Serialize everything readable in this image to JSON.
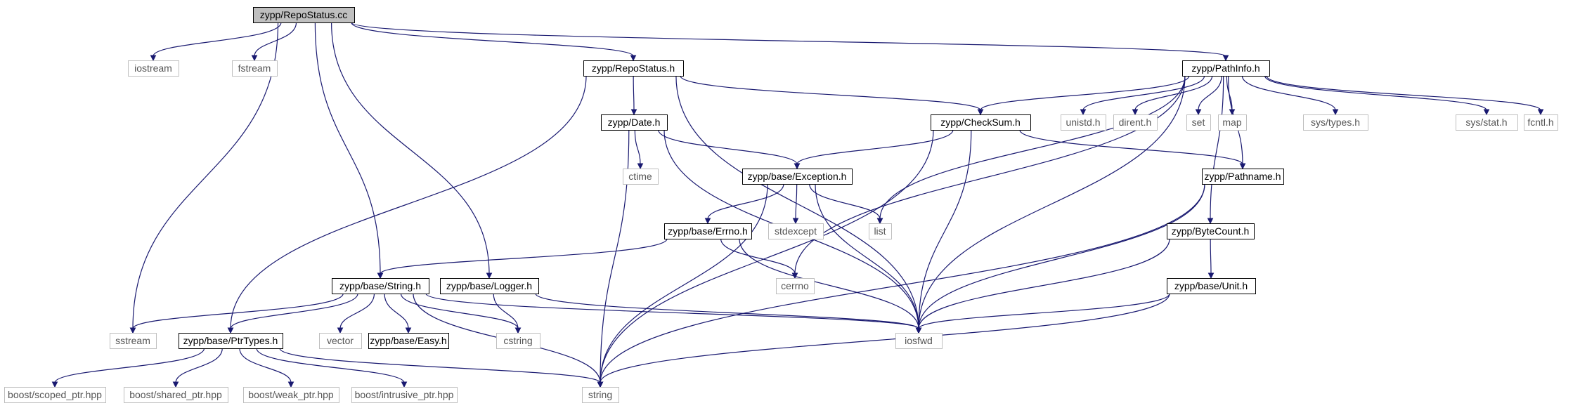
{
  "title": "zypp/RepoStatus.cc",
  "colors": {
    "edge": "#191970",
    "root_fill": "#bfbfbf",
    "root_border": "#000000",
    "project_fill": "#ffffff",
    "project_border": "#000000",
    "external_fill": "#ffffff",
    "external_border": "#bfbfbf"
  },
  "nodes": [
    {
      "id": "root",
      "label": "zypp/RepoStatus.cc",
      "kind": "root"
    },
    {
      "id": "iostream",
      "label": "iostream",
      "kind": "external"
    },
    {
      "id": "fstream",
      "label": "fstream",
      "kind": "external"
    },
    {
      "id": "repostatus_h",
      "label": "zypp/RepoStatus.h",
      "kind": "project"
    },
    {
      "id": "pathinfo_h",
      "label": "zypp/PathInfo.h",
      "kind": "project"
    },
    {
      "id": "date_h",
      "label": "zypp/Date.h",
      "kind": "project"
    },
    {
      "id": "checksum_h",
      "label": "zypp/CheckSum.h",
      "kind": "project"
    },
    {
      "id": "unistd_h",
      "label": "unistd.h",
      "kind": "external"
    },
    {
      "id": "dirent_h",
      "label": "dirent.h",
      "kind": "external"
    },
    {
      "id": "set",
      "label": "set",
      "kind": "external"
    },
    {
      "id": "map",
      "label": "map",
      "kind": "external"
    },
    {
      "id": "sys_types_h",
      "label": "sys/types.h",
      "kind": "external"
    },
    {
      "id": "sys_stat_h",
      "label": "sys/stat.h",
      "kind": "external"
    },
    {
      "id": "fcntl_h",
      "label": "fcntl.h",
      "kind": "external"
    },
    {
      "id": "ctime",
      "label": "ctime",
      "kind": "external"
    },
    {
      "id": "exception_h",
      "label": "zypp/base/Exception.h",
      "kind": "project"
    },
    {
      "id": "pathname_h",
      "label": "zypp/Pathname.h",
      "kind": "project"
    },
    {
      "id": "errno_h",
      "label": "zypp/base/Errno.h",
      "kind": "project"
    },
    {
      "id": "stdexcept",
      "label": "stdexcept",
      "kind": "external"
    },
    {
      "id": "list",
      "label": "list",
      "kind": "external"
    },
    {
      "id": "bytecount_h",
      "label": "zypp/ByteCount.h",
      "kind": "project"
    },
    {
      "id": "string_h",
      "label": "zypp/base/String.h",
      "kind": "project"
    },
    {
      "id": "logger_h",
      "label": "zypp/base/Logger.h",
      "kind": "project"
    },
    {
      "id": "cerrno",
      "label": "cerrno",
      "kind": "external"
    },
    {
      "id": "unit_h",
      "label": "zypp/base/Unit.h",
      "kind": "project"
    },
    {
      "id": "sstream",
      "label": "sstream",
      "kind": "external"
    },
    {
      "id": "ptrtypes_h",
      "label": "zypp/base/PtrTypes.h",
      "kind": "project"
    },
    {
      "id": "vector",
      "label": "vector",
      "kind": "external"
    },
    {
      "id": "easy_h",
      "label": "zypp/base/Easy.h",
      "kind": "project"
    },
    {
      "id": "cstring",
      "label": "cstring",
      "kind": "external"
    },
    {
      "id": "iosfwd",
      "label": "iosfwd",
      "kind": "external"
    },
    {
      "id": "scoped_ptr",
      "label": "boost/scoped_ptr.hpp",
      "kind": "external"
    },
    {
      "id": "shared_ptr",
      "label": "boost/shared_ptr.hpp",
      "kind": "external"
    },
    {
      "id": "weak_ptr",
      "label": "boost/weak_ptr.hpp",
      "kind": "external"
    },
    {
      "id": "intrusive_ptr",
      "label": "boost/intrusive_ptr.hpp",
      "kind": "external"
    },
    {
      "id": "string",
      "label": "string",
      "kind": "external"
    }
  ],
  "edges": [
    {
      "from": "root",
      "to": "iostream"
    },
    {
      "from": "root",
      "to": "fstream"
    },
    {
      "from": "root",
      "to": "repostatus_h"
    },
    {
      "from": "root",
      "to": "pathinfo_h"
    },
    {
      "from": "root",
      "to": "sstream"
    },
    {
      "from": "root",
      "to": "string_h"
    },
    {
      "from": "root",
      "to": "logger_h"
    },
    {
      "from": "repostatus_h",
      "to": "date_h"
    },
    {
      "from": "repostatus_h",
      "to": "checksum_h"
    },
    {
      "from": "repostatus_h",
      "to": "ptrtypes_h"
    },
    {
      "from": "repostatus_h",
      "to": "iosfwd"
    },
    {
      "from": "pathinfo_h",
      "to": "checksum_h"
    },
    {
      "from": "pathinfo_h",
      "to": "unistd_h"
    },
    {
      "from": "pathinfo_h",
      "to": "dirent_h"
    },
    {
      "from": "pathinfo_h",
      "to": "set"
    },
    {
      "from": "pathinfo_h",
      "to": "map"
    },
    {
      "from": "pathinfo_h",
      "to": "sys_types_h"
    },
    {
      "from": "pathinfo_h",
      "to": "sys_stat_h"
    },
    {
      "from": "pathinfo_h",
      "to": "fcntl_h"
    },
    {
      "from": "pathinfo_h",
      "to": "pathname_h"
    },
    {
      "from": "pathinfo_h",
      "to": "bytecount_h"
    },
    {
      "from": "pathinfo_h",
      "to": "list"
    },
    {
      "from": "pathinfo_h",
      "to": "cerrno"
    },
    {
      "from": "pathinfo_h",
      "to": "iosfwd"
    },
    {
      "from": "date_h",
      "to": "ctime"
    },
    {
      "from": "date_h",
      "to": "exception_h"
    },
    {
      "from": "date_h",
      "to": "string"
    },
    {
      "from": "date_h",
      "to": "iosfwd"
    },
    {
      "from": "checksum_h",
      "to": "exception_h"
    },
    {
      "from": "checksum_h",
      "to": "pathname_h"
    },
    {
      "from": "checksum_h",
      "to": "iosfwd"
    },
    {
      "from": "checksum_h",
      "to": "string"
    },
    {
      "from": "exception_h",
      "to": "errno_h"
    },
    {
      "from": "exception_h",
      "to": "stdexcept"
    },
    {
      "from": "exception_h",
      "to": "list"
    },
    {
      "from": "exception_h",
      "to": "iosfwd"
    },
    {
      "from": "exception_h",
      "to": "string"
    },
    {
      "from": "pathname_h",
      "to": "iosfwd"
    },
    {
      "from": "pathname_h",
      "to": "string"
    },
    {
      "from": "errno_h",
      "to": "string_h"
    },
    {
      "from": "errno_h",
      "to": "cerrno"
    },
    {
      "from": "errno_h",
      "to": "iosfwd"
    },
    {
      "from": "bytecount_h",
      "to": "unit_h"
    },
    {
      "from": "bytecount_h",
      "to": "iosfwd"
    },
    {
      "from": "unit_h",
      "to": "iosfwd"
    },
    {
      "from": "unit_h",
      "to": "string"
    },
    {
      "from": "string_h",
      "to": "sstream"
    },
    {
      "from": "string_h",
      "to": "ptrtypes_h"
    },
    {
      "from": "string_h",
      "to": "vector"
    },
    {
      "from": "string_h",
      "to": "easy_h"
    },
    {
      "from": "string_h",
      "to": "cstring"
    },
    {
      "from": "string_h",
      "to": "iosfwd"
    },
    {
      "from": "string_h",
      "to": "string"
    },
    {
      "from": "logger_h",
      "to": "cstring"
    },
    {
      "from": "logger_h",
      "to": "iosfwd"
    },
    {
      "from": "ptrtypes_h",
      "to": "scoped_ptr"
    },
    {
      "from": "ptrtypes_h",
      "to": "shared_ptr"
    },
    {
      "from": "ptrtypes_h",
      "to": "weak_ptr"
    },
    {
      "from": "ptrtypes_h",
      "to": "intrusive_ptr"
    },
    {
      "from": "ptrtypes_h",
      "to": "string"
    }
  ]
}
